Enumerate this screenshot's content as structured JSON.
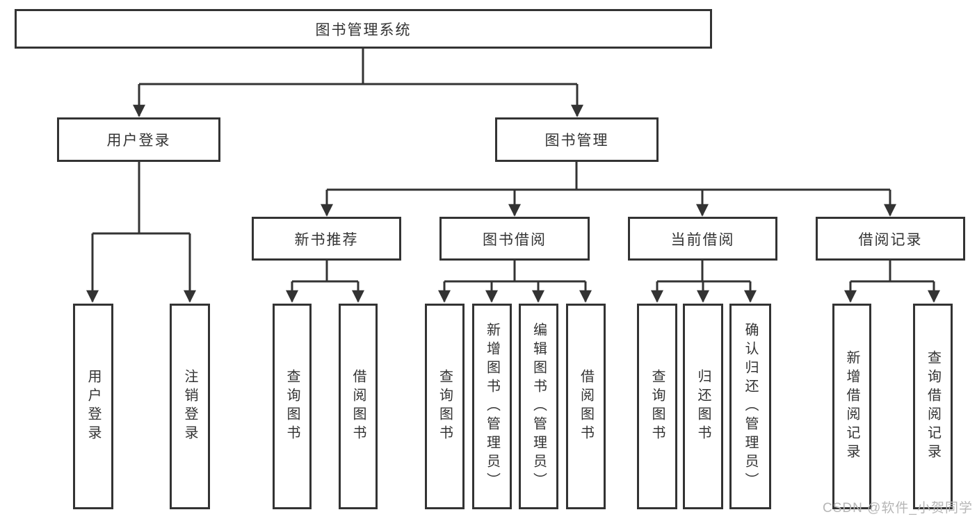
{
  "diagram": {
    "root": {
      "label": "图书管理系统"
    },
    "branches": [
      {
        "label": "用户登录",
        "leaves": [
          {
            "label": "用户登录"
          },
          {
            "label": "注销登录"
          }
        ]
      },
      {
        "label": "图书管理",
        "sections": [
          {
            "label": "新书推荐",
            "leaves": [
              {
                "label": "查询图书"
              },
              {
                "label": "借阅图书"
              }
            ]
          },
          {
            "label": "图书借阅",
            "leaves": [
              {
                "label": "查询图书"
              },
              {
                "label": "新增图书（管理员）"
              },
              {
                "label": "编辑图书（管理员）"
              },
              {
                "label": "借阅图书"
              }
            ]
          },
          {
            "label": "当前借阅",
            "leaves": [
              {
                "label": "查询图书"
              },
              {
                "label": "归还图书"
              },
              {
                "label": "确认归还（管理员）"
              }
            ]
          },
          {
            "label": "借阅记录",
            "leaves": [
              {
                "label": "新增借阅记录"
              },
              {
                "label": "查询借阅记录"
              }
            ]
          }
        ]
      }
    ],
    "colors": {
      "line": "#333333",
      "box_border": "#333333",
      "text": "#333333",
      "watermark": "#b6b6b6",
      "background": "#ffffff"
    },
    "watermark": "CSDN @软件_小贺同学"
  }
}
